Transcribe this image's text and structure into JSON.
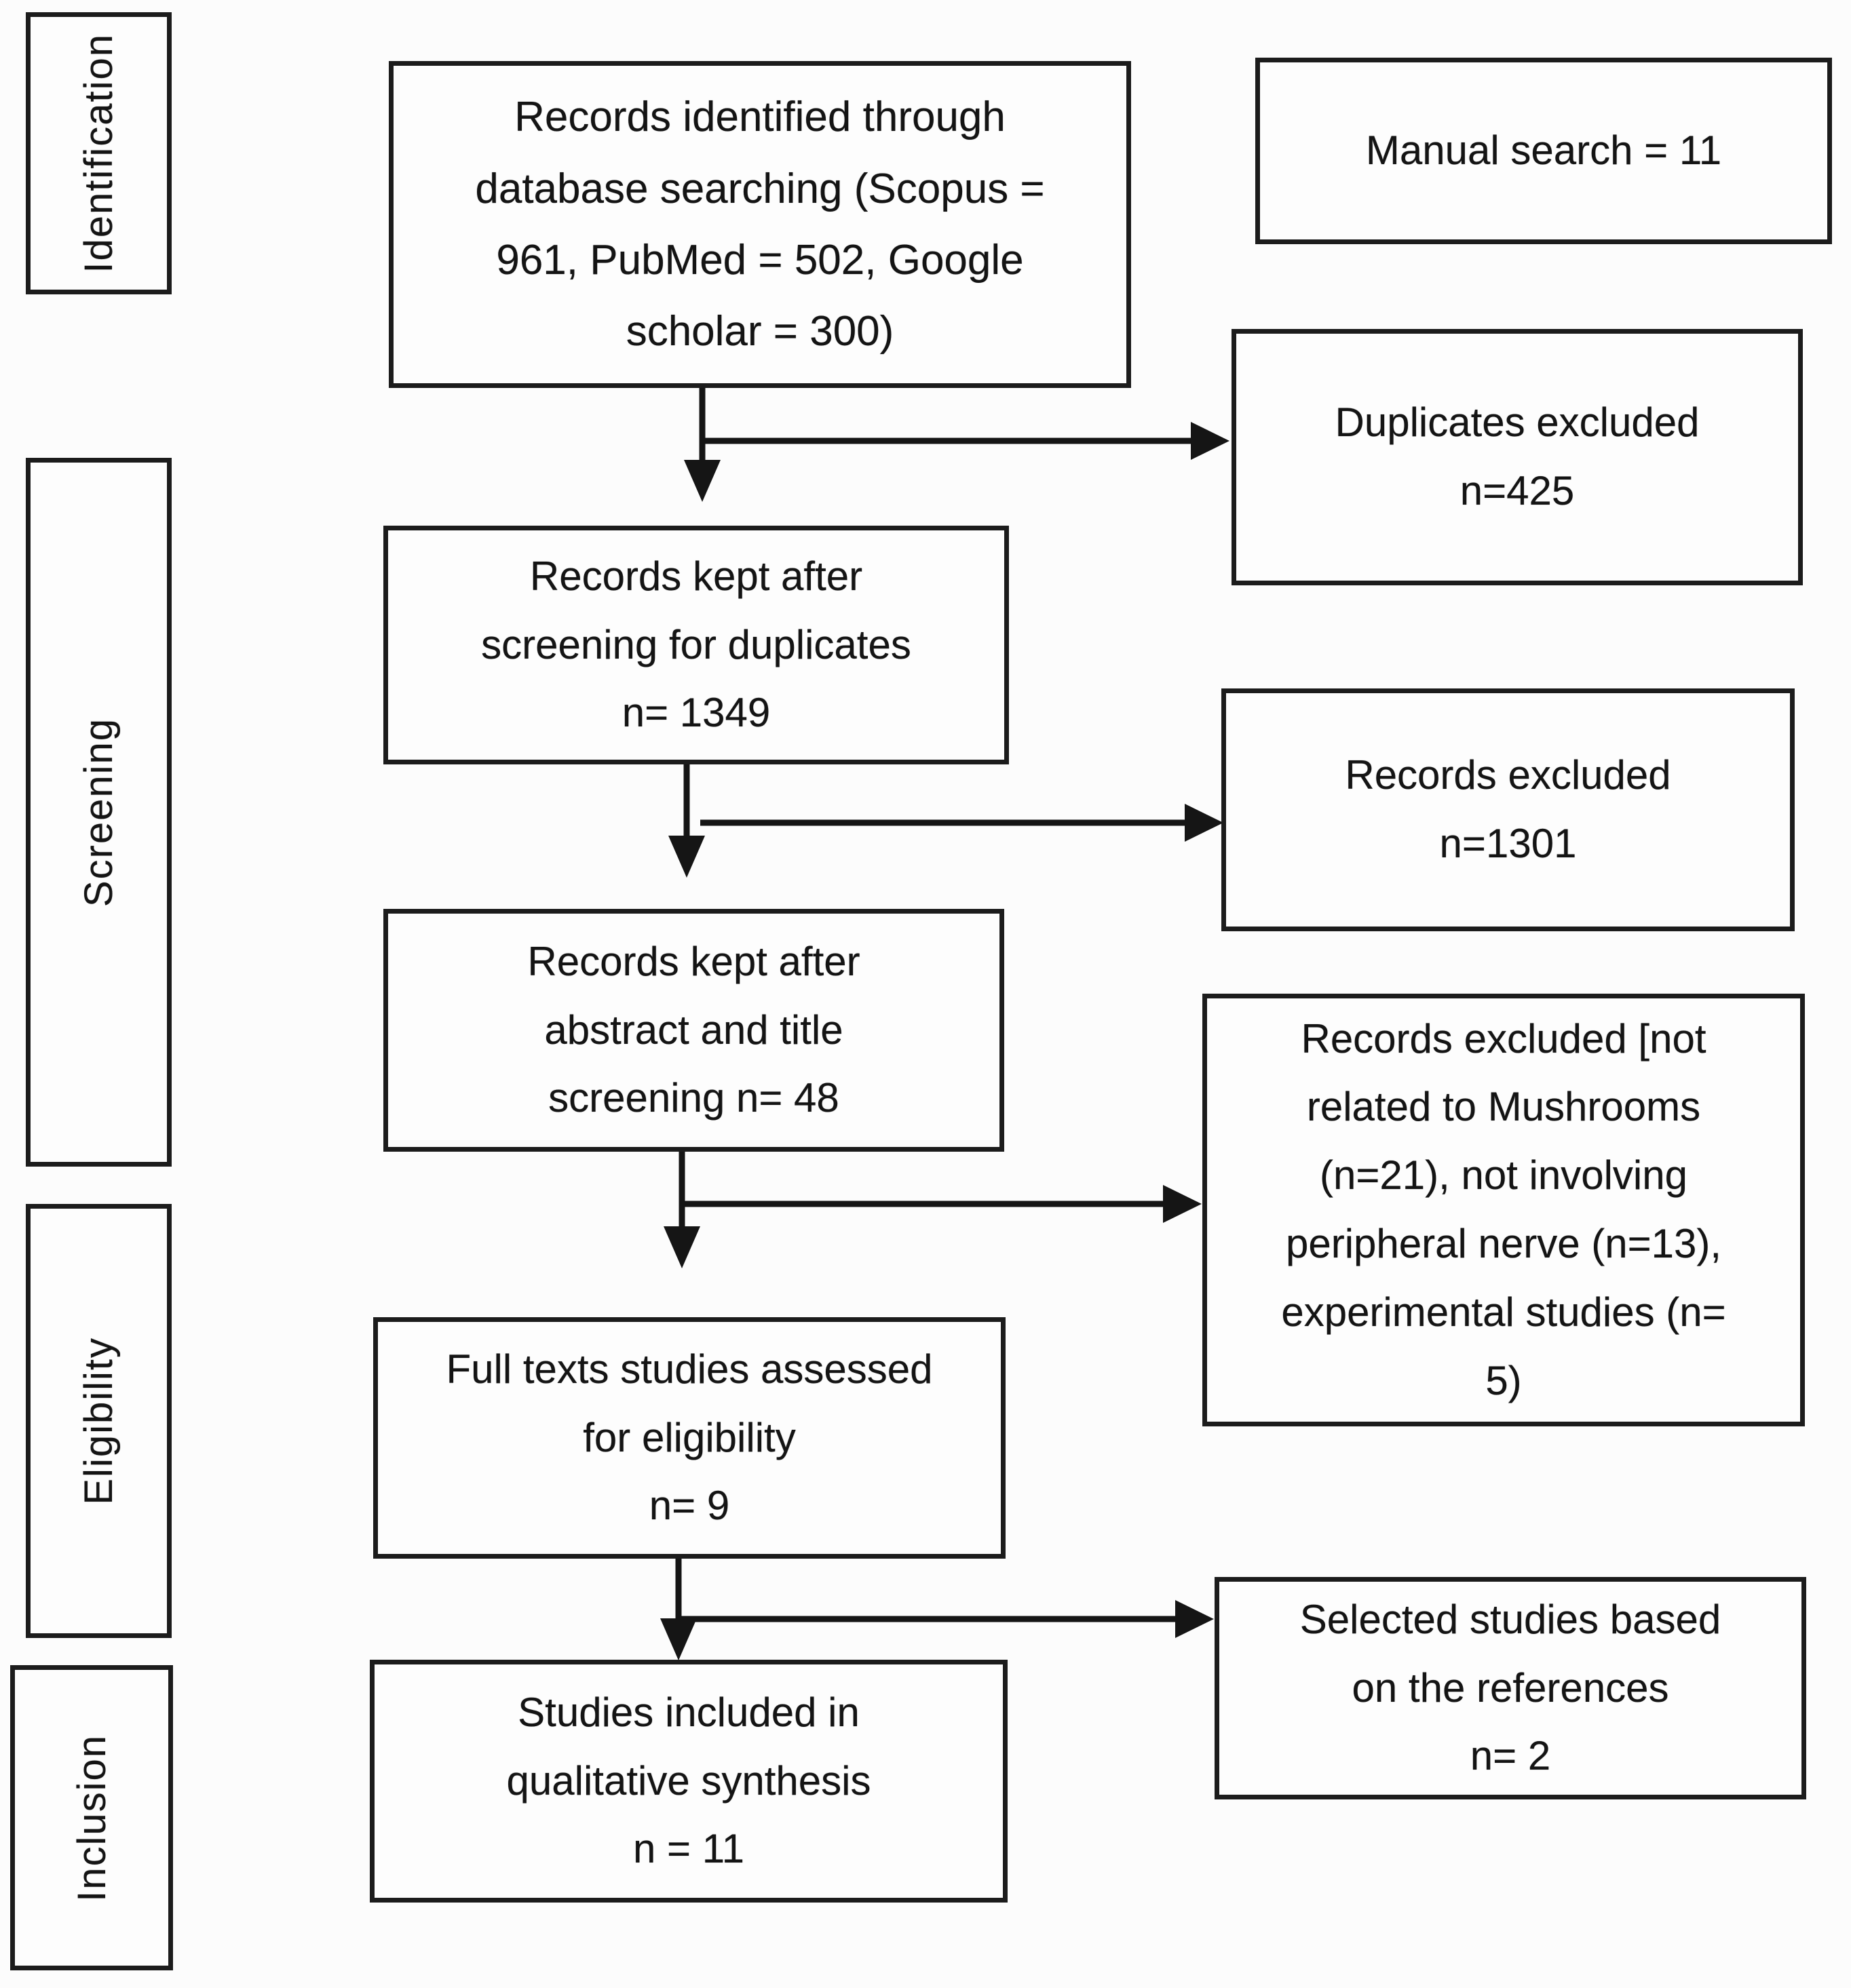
{
  "stages": [
    {
      "id": "identification",
      "label": "Identification"
    },
    {
      "id": "screening",
      "label": "Screening"
    },
    {
      "id": "eligibility",
      "label": "Eligibility"
    },
    {
      "id": "inclusion",
      "label": "Inclusion"
    }
  ],
  "main_flow": [
    {
      "id": "records-identified",
      "lines": [
        "Records identified through",
        "database searching (Scopus =",
        "961, PubMed = 502, Google",
        "scholar = 300)"
      ]
    },
    {
      "id": "records-after-duplicate-screening",
      "lines": [
        "Records kept after",
        "screening for duplicates",
        "n= 1349"
      ]
    },
    {
      "id": "records-after-title-abstract",
      "lines": [
        "Records kept after",
        "abstract and title",
        "screening n= 48"
      ]
    },
    {
      "id": "full-texts-assessed",
      "lines": [
        "Full texts studies assessed",
        "for eligibility",
        "n= 9"
      ]
    },
    {
      "id": "studies-included",
      "lines": [
        "Studies included in",
        "qualitative synthesis",
        "n = 11"
      ]
    }
  ],
  "side_boxes": [
    {
      "id": "manual-search",
      "lines": [
        "Manual search = 11"
      ]
    },
    {
      "id": "duplicates-excluded",
      "lines": [
        "Duplicates excluded",
        "n=425"
      ]
    },
    {
      "id": "records-excluded",
      "lines": [
        "Records excluded",
        "n=1301"
      ]
    },
    {
      "id": "records-excluded-reasons",
      "lines": [
        "Records excluded [not",
        "related to Mushrooms",
        "(n=21), not involving",
        "peripheral nerve (n=13),",
        "experimental studies (n=",
        "5)"
      ]
    },
    {
      "id": "selected-from-references",
      "lines": [
        "Selected studies based",
        "on the references",
        "n= 2"
      ]
    }
  ],
  "colors": {
    "border": "#1c1c1c",
    "text": "#141414",
    "arrow": "#151515",
    "background": "#fcfcfc"
  }
}
